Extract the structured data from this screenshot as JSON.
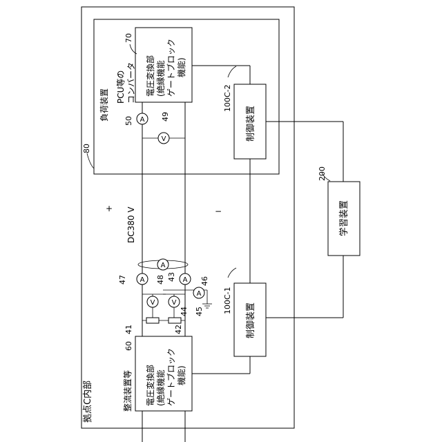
{
  "frame": {
    "site_label": "拠点C内部",
    "outer_ref": "80"
  },
  "load_device": {
    "label": "負荷装置",
    "converter_caption": [
      "PCU等の",
      "コンバータ"
    ],
    "converter": {
      "ref": "70",
      "lines": [
        "電圧変換部",
        "(絶縁機能",
        "ゲートブロック",
        "機能)"
      ]
    },
    "controller": {
      "ref": "100C-2",
      "label": "制御装置"
    },
    "meter_a": {
      "ref": "50",
      "symbol": "A"
    },
    "meter_v": {
      "ref": "49",
      "symbol": "V"
    }
  },
  "bus": {
    "voltage_label": "DC380 V",
    "plus": "+",
    "minus": "−"
  },
  "source_device": {
    "caption": "整流装置等",
    "converter": {
      "ref": "60",
      "lines": [
        "電圧変換部",
        "(絶縁機能",
        "ゲートブロック",
        "機能)"
      ]
    },
    "controller": {
      "ref": "100C-1",
      "label": "制御装置"
    },
    "resistor_1_ref": "41",
    "resistor_2_ref": "42",
    "meters": [
      {
        "ref": "47",
        "symbol": "A"
      },
      {
        "ref": "48",
        "symbol": "A"
      },
      {
        "ref": "46",
        "symbol": "A"
      },
      {
        "ref": "43",
        "symbol": "V"
      },
      {
        "ref": "44",
        "symbol": "V"
      },
      {
        "ref": "45",
        "symbol": "A"
      }
    ]
  },
  "learning_device": {
    "ref": "200",
    "label": "学習装置"
  }
}
